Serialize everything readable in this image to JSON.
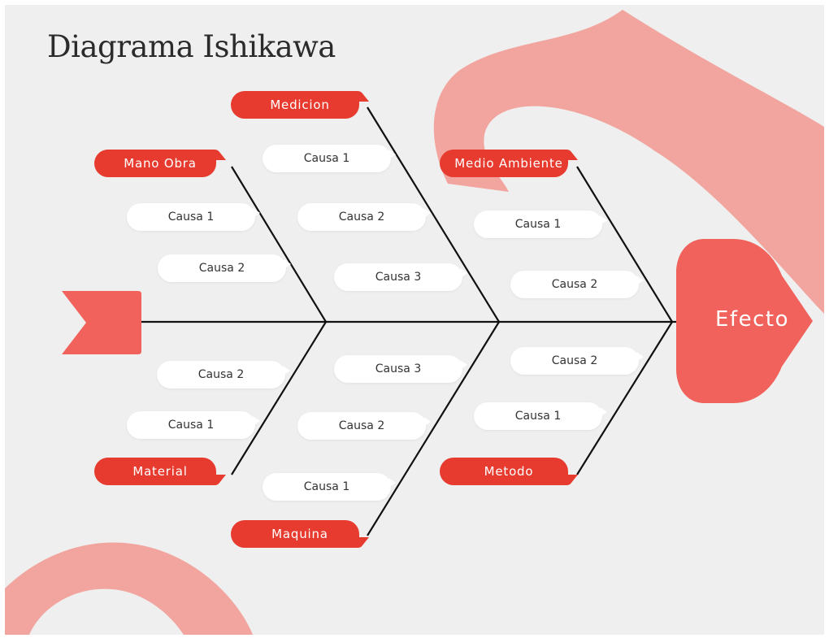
{
  "title": "Diagrama Ishikawa",
  "effect": {
    "label": "Efecto"
  },
  "colors": {
    "primary": "#e63b2e",
    "effect": "#f0625b",
    "decor": "#f2a59e",
    "background": "#efefef",
    "line": "#111111"
  },
  "categories": {
    "mano_obra": {
      "label": "Mano Obra",
      "causes": [
        "Causa 1",
        "Causa 2"
      ]
    },
    "medicion": {
      "label": "Medicion",
      "causes": [
        "Causa 1",
        "Causa 2",
        "Causa 3"
      ]
    },
    "medio_ambiente": {
      "label": "Medio Ambiente",
      "causes": [
        "Causa 1",
        "Causa 2"
      ]
    },
    "material": {
      "label": "Material",
      "causes": [
        "Causa 2",
        "Causa 1"
      ]
    },
    "maquina": {
      "label": "Maquina",
      "causes": [
        "Causa 3",
        "Causa 2",
        "Causa 1"
      ]
    },
    "metodo": {
      "label": "Metodo",
      "causes": [
        "Causa 2",
        "Causa 1"
      ]
    }
  }
}
